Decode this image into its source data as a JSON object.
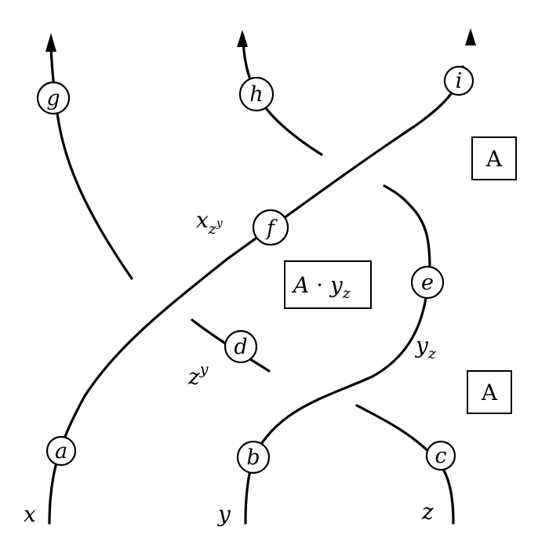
{
  "strand_labels": {
    "bottom_x": "x",
    "bottom_y": "y",
    "bottom_z": "z",
    "x_base": "x",
    "x_sub": "z",
    "x_subsub": "y",
    "z_base": "z",
    "z_sup": "y",
    "y_base": "y",
    "y_sub": "z"
  },
  "nodes": {
    "a": "a",
    "b": "b",
    "c": "c",
    "d": "d",
    "e": "e",
    "f": "f",
    "g": "g",
    "h": "h",
    "i": "i"
  },
  "boxes": {
    "top_right": "A",
    "bottom_right": "A",
    "middle_base": "A",
    "middle_dot": " · ",
    "middle_var": "y",
    "middle_sub": "z"
  },
  "colors": {
    "ink": "#000000",
    "background": "#ffffff"
  }
}
